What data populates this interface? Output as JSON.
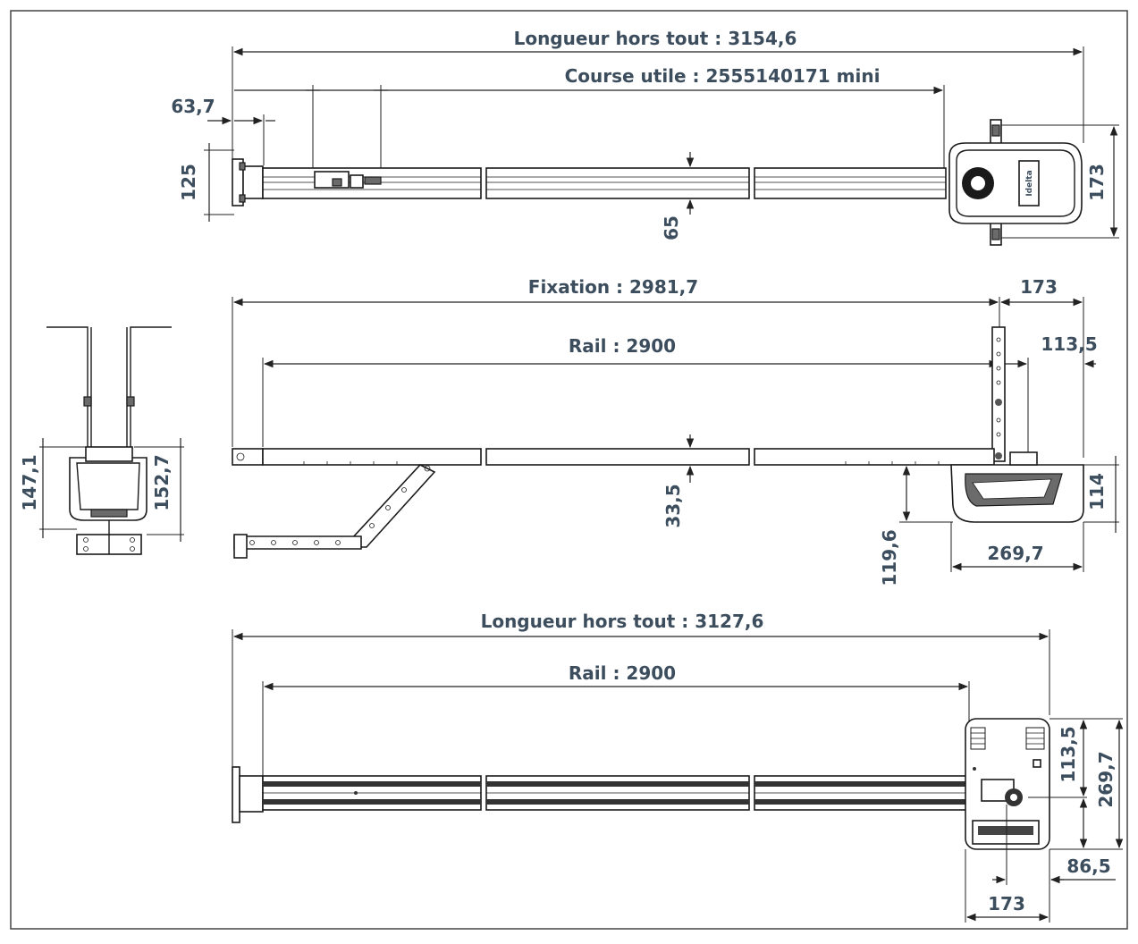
{
  "top_view": {
    "overall_length": "Longueur hors tout : 3154,6",
    "useful_stroke": "Course utile : 2555140171 mini",
    "offset": "63,7",
    "head_height": "125",
    "rail_height": "65",
    "motor_width": "173"
  },
  "side_view": {
    "fixation": "Fixation : 2981,7",
    "rail": "Rail : 2900",
    "bracket_width": "173",
    "bracket_offset": "113,5",
    "rail_thickness": "33,5",
    "motor_height": "114",
    "drop": "119,6",
    "motor_length": "269,7",
    "motor_label": "Idelta"
  },
  "end_view": {
    "height_left": "147,1",
    "height_right": "152,7"
  },
  "bottom_view": {
    "overall_length": "Longueur hors tout : 3127,6",
    "rail": "Rail : 2900",
    "motor_offset": "113,5",
    "motor_depth": "269,7",
    "rail_offset": "86,5",
    "motor_width": "173"
  }
}
